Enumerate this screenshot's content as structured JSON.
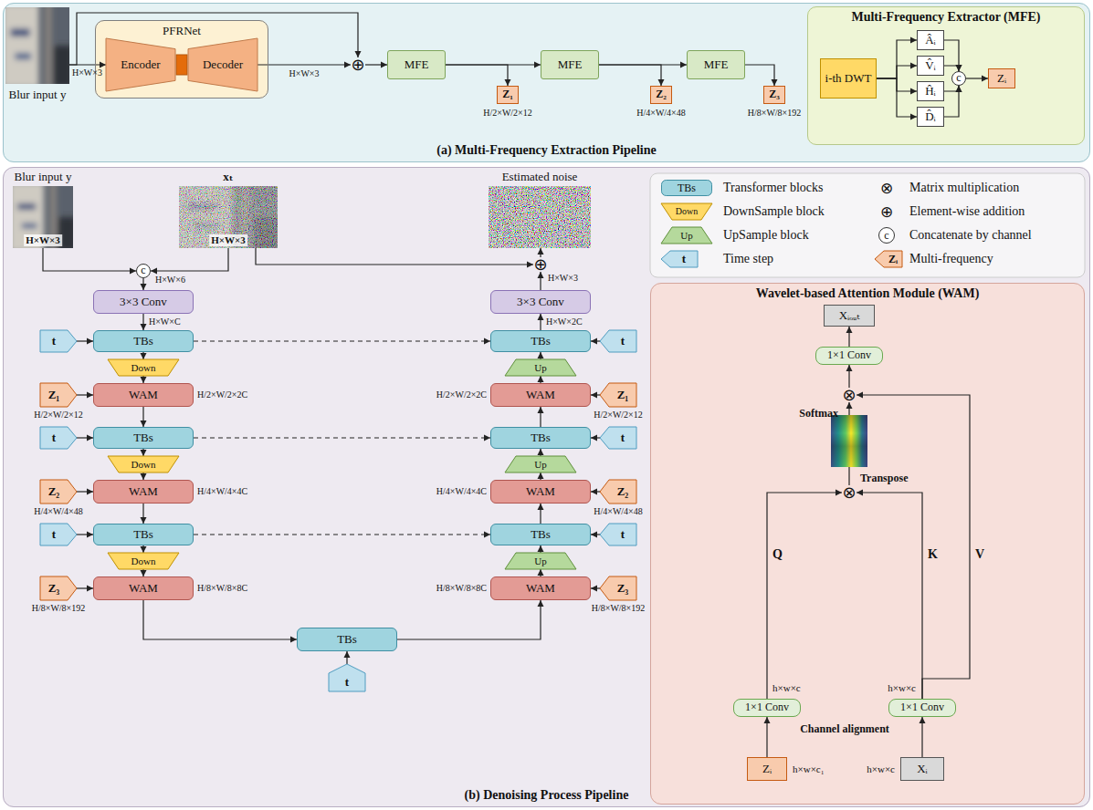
{
  "diagram": {
    "nodes": [
      {
        "text": [
          "(a) Multi-Frequency Extraction Pipeline"
        ]
      },
      {
        "text": [
          "Blur input y"
        ],
        "in": 0
      },
      {
        "text": [
          "PFRNet"
        ],
        "in": 0
      },
      {
        "text": [
          "Encoder"
        ],
        "in": 2
      },
      {
        "text": [
          "Decoder"
        ],
        "in": 2
      },
      {
        "text": [
          "⊕"
        ],
        "in": 0
      },
      {
        "text": [
          "MFE"
        ],
        "in": 0
      },
      {
        "text": [
          "Z₁"
        ],
        "in": 0
      },
      {
        "text": [
          "MFE"
        ],
        "in": 0
      },
      {
        "text": [
          "Z₂"
        ],
        "in": 0
      },
      {
        "text": [
          "MFE"
        ],
        "in": 0
      },
      {
        "text": [
          "Z₃"
        ],
        "in": 0
      },
      {
        "text": [
          "Multi-Frequency Extractor (MFE)"
        ],
        "in": 0
      },
      {
        "text": [
          "i-th DWT"
        ],
        "in": 12
      },
      {
        "text": [
          "Âᵢ"
        ],
        "in": 12
      },
      {
        "text": [
          "V̂ᵢ"
        ],
        "in": 12
      },
      {
        "text": [
          "Ĥᵢ"
        ],
        "in": 12
      },
      {
        "text": [
          "D̂ᵢ"
        ],
        "in": 12
      },
      {
        "text": [
          "c"
        ],
        "in": 12
      },
      {
        "text": [
          "Zᵢ"
        ],
        "in": 12
      },
      {
        "text": [
          "(b) Denoising Process Pipeline"
        ]
      },
      {
        "text": [
          "Blur input y",
          "H×W×3"
        ],
        "in": 20
      },
      {
        "text": [
          "xₜ",
          "H×W×3"
        ],
        "in": 20
      },
      {
        "text": [
          "Estimated noise"
        ],
        "in": 20
      },
      {
        "text": [
          "c"
        ],
        "in": 20
      },
      {
        "text": [
          "⊕"
        ],
        "in": 20
      },
      {
        "text": [
          "3×3 Conv"
        ],
        "in": 20
      },
      {
        "text": [
          "3×3 Conv"
        ],
        "in": 20
      },
      {
        "text": [
          "t"
        ],
        "in": 20
      },
      {
        "text": [
          "TBs"
        ],
        "in": 20
      },
      {
        "text": [
          "TBs"
        ],
        "in": 20
      },
      {
        "text": [
          "t"
        ],
        "in": 20
      },
      {
        "text": [
          "Down"
        ],
        "in": 20
      },
      {
        "text": [
          "Up"
        ],
        "in": 20
      },
      {
        "text": [
          "Z₁"
        ],
        "in": 20
      },
      {
        "text": [
          "WAM"
        ],
        "in": 20
      },
      {
        "text": [
          "WAM"
        ],
        "in": 20
      },
      {
        "text": [
          "Z₁"
        ],
        "in": 20
      },
      {
        "text": [
          "t"
        ],
        "in": 20
      },
      {
        "text": [
          "TBs"
        ],
        "in": 20
      },
      {
        "text": [
          "TBs"
        ],
        "in": 20
      },
      {
        "text": [
          "t"
        ],
        "in": 20
      },
      {
        "text": [
          "Down"
        ],
        "in": 20
      },
      {
        "text": [
          "Up"
        ],
        "in": 20
      },
      {
        "text": [
          "Z₂"
        ],
        "in": 20
      },
      {
        "text": [
          "WAM"
        ],
        "in": 20
      },
      {
        "text": [
          "WAM"
        ],
        "in": 20
      },
      {
        "text": [
          "Z₂"
        ],
        "in": 20
      },
      {
        "text": [
          "t"
        ],
        "in": 20
      },
      {
        "text": [
          "TBs"
        ],
        "in": 20
      },
      {
        "text": [
          "TBs"
        ],
        "in": 20
      },
      {
        "text": [
          "t"
        ],
        "in": 20
      },
      {
        "text": [
          "Down"
        ],
        "in": 20
      },
      {
        "text": [
          "Up"
        ],
        "in": 20
      },
      {
        "text": [
          "Z₃"
        ],
        "in": 20
      },
      {
        "text": [
          "WAM"
        ],
        "in": 20
      },
      {
        "text": [
          "WAM"
        ],
        "in": 20
      },
      {
        "text": [
          "Z₃"
        ],
        "in": 20
      },
      {
        "text": [
          "TBs"
        ],
        "in": 20
      },
      {
        "text": [
          "t"
        ],
        "in": 20
      },
      {
        "text": [
          "Wavelet-based Attention Module (WAM)"
        ],
        "in": 20
      },
      {
        "text": [
          "Xᵢₒᵤₜ"
        ],
        "in": 60
      },
      {
        "text": [
          "1×1 Conv"
        ],
        "in": 60
      },
      {
        "text": [
          "⊗"
        ],
        "in": 60
      },
      {
        "text": [
          "⊗"
        ],
        "in": 60
      },
      {
        "text": [
          "1×1 Conv"
        ],
        "in": 60
      },
      {
        "text": [
          "1×1 Conv"
        ],
        "in": 60
      },
      {
        "text": [
          "Zᵢ"
        ],
        "in": 60
      },
      {
        "text": [
          "Xᵢ"
        ],
        "in": 60
      }
    ],
    "edges": [
      {
        "from": 1,
        "to": 3,
        "arrow": "to"
      },
      {
        "from": 1,
        "to": 5,
        "arrow": "to"
      },
      {
        "from": 4,
        "to": 5,
        "arrow": "to"
      },
      {
        "from": 5,
        "to": 6,
        "arrow": "to"
      },
      {
        "from": 6,
        "to": 8,
        "arrow": "to"
      },
      {
        "from": 8,
        "to": 10,
        "arrow": "to"
      },
      {
        "from": 6,
        "to": 7,
        "arrow": "to"
      },
      {
        "from": 8,
        "to": 9,
        "arrow": "to"
      },
      {
        "from": 10,
        "to": 11,
        "arrow": "to"
      },
      {
        "from": 13,
        "to": 14,
        "arrow": "to"
      },
      {
        "from": 13,
        "to": 15,
        "arrow": "to"
      },
      {
        "from": 13,
        "to": 16,
        "arrow": "to"
      },
      {
        "from": 13,
        "to": 17,
        "arrow": "to"
      },
      {
        "from": 14,
        "to": 18,
        "arrow": "to"
      },
      {
        "from": 15,
        "to": 18,
        "arrow": "to"
      },
      {
        "from": 16,
        "to": 18,
        "arrow": "to"
      },
      {
        "from": 17,
        "to": 18,
        "arrow": "to"
      },
      {
        "from": 18,
        "to": 19,
        "arrow": "to"
      },
      {
        "from": 21,
        "to": 24,
        "arrow": "to"
      },
      {
        "from": 22,
        "to": 24,
        "arrow": "to"
      },
      {
        "from": 22,
        "to": 25,
        "arrow": "to"
      },
      {
        "from": 24,
        "to": 26,
        "arrow": "to"
      },
      {
        "from": 26,
        "to": 29,
        "arrow": "to"
      },
      {
        "from": 29,
        "to": 32,
        "arrow": "to"
      },
      {
        "from": 32,
        "to": 35,
        "arrow": "to"
      },
      {
        "from": 35,
        "to": 39,
        "arrow": "to"
      },
      {
        "from": 39,
        "to": 42,
        "arrow": "to"
      },
      {
        "from": 42,
        "to": 45,
        "arrow": "to"
      },
      {
        "from": 45,
        "to": 49,
        "arrow": "to"
      },
      {
        "from": 49,
        "to": 52,
        "arrow": "to"
      },
      {
        "from": 52,
        "to": 55,
        "arrow": "to"
      },
      {
        "from": 55,
        "to": 58,
        "arrow": "to"
      },
      {
        "from": 58,
        "to": 56,
        "arrow": "to"
      },
      {
        "from": 56,
        "to": 53,
        "arrow": "to"
      },
      {
        "from": 53,
        "to": 50,
        "arrow": "to"
      },
      {
        "from": 50,
        "to": 46,
        "arrow": "to"
      },
      {
        "from": 46,
        "to": 43,
        "arrow": "to"
      },
      {
        "from": 43,
        "to": 40,
        "arrow": "to"
      },
      {
        "from": 40,
        "to": 36,
        "arrow": "to"
      },
      {
        "from": 36,
        "to": 33,
        "arrow": "to"
      },
      {
        "from": 33,
        "to": 30,
        "arrow": "to"
      },
      {
        "from": 30,
        "to": 27,
        "arrow": "to"
      },
      {
        "from": 27,
        "to": 25,
        "arrow": "to"
      },
      {
        "from": 25,
        "to": 23,
        "arrow": "to"
      },
      {
        "from": 28,
        "to": 29,
        "arrow": "to"
      },
      {
        "from": 31,
        "to": 30,
        "arrow": "to"
      },
      {
        "from": 38,
        "to": 39,
        "arrow": "to"
      },
      {
        "from": 41,
        "to": 40,
        "arrow": "to"
      },
      {
        "from": 48,
        "to": 49,
        "arrow": "to"
      },
      {
        "from": 51,
        "to": 50,
        "arrow": "to"
      },
      {
        "from": 59,
        "to": 58,
        "arrow": "to"
      },
      {
        "from": 34,
        "to": 35,
        "arrow": "to"
      },
      {
        "from": 37,
        "to": 36,
        "arrow": "to"
      },
      {
        "from": 44,
        "to": 45,
        "arrow": "to"
      },
      {
        "from": 47,
        "to": 46,
        "arrow": "to"
      },
      {
        "from": 54,
        "to": 55,
        "arrow": "to"
      },
      {
        "from": 57,
        "to": 56,
        "arrow": "to"
      },
      {
        "from": 29,
        "to": 30,
        "arrow": "to"
      },
      {
        "from": 39,
        "to": 40,
        "arrow": "to"
      },
      {
        "from": 49,
        "to": 50,
        "arrow": "to"
      },
      {
        "from": 67,
        "to": 65,
        "arrow": "to"
      },
      {
        "from": 68,
        "to": 66,
        "arrow": "to"
      },
      {
        "from": 65,
        "to": 64,
        "label": "Q",
        "arrow": "to"
      },
      {
        "from": 66,
        "to": 64,
        "label": "K",
        "arrow": "to"
      },
      {
        "from": 66,
        "to": 63,
        "label": "V",
        "arrow": "to"
      },
      {
        "from": 64,
        "to": 63,
        "arrow": "to"
      },
      {
        "from": 63,
        "to": 62,
        "arrow": "to"
      },
      {
        "from": 62,
        "to": 61,
        "arrow": "to"
      }
    ],
    "labels": [
      "H×W×3",
      "H×W×3",
      "H/2×W/2×12",
      "H/4×W/4×48",
      "H/8×W/8×192",
      "H×W×6",
      "H×W×3",
      "H×W×C",
      "H×W×2C",
      "H/2×W/2×2C",
      "H/2×W/2×2C",
      "H/2×W/2×12",
      "H/2×W/2×12",
      "H/4×W/4×4C",
      "H/4×W/4×4C",
      "H/4×W/4×48",
      "H/4×W/4×48",
      "H/8×W/8×8C",
      "H/8×W/8×8C",
      "H/8×W/8×192",
      "H/8×W/8×192",
      "TBs",
      "⊗",
      "Down",
      "⊕",
      "Up",
      "c",
      "t",
      "Zᵢ",
      "Softmax",
      "Transpose",
      "h×w×c",
      "h×w×c",
      "h×w×c₁",
      "h×w×c",
      "Channel alignment"
    ],
    "legend": [
      {
        "text": "Transformer blocks"
      },
      {
        "text": "Matrix multiplication"
      },
      {
        "text": "DownSample block"
      },
      {
        "text": "Element-wise addition"
      },
      {
        "text": "UpSample block"
      },
      {
        "text": "Concatenate by channel"
      },
      {
        "text": "Time step"
      },
      {
        "text": "Multi-frequency"
      }
    ]
  }
}
